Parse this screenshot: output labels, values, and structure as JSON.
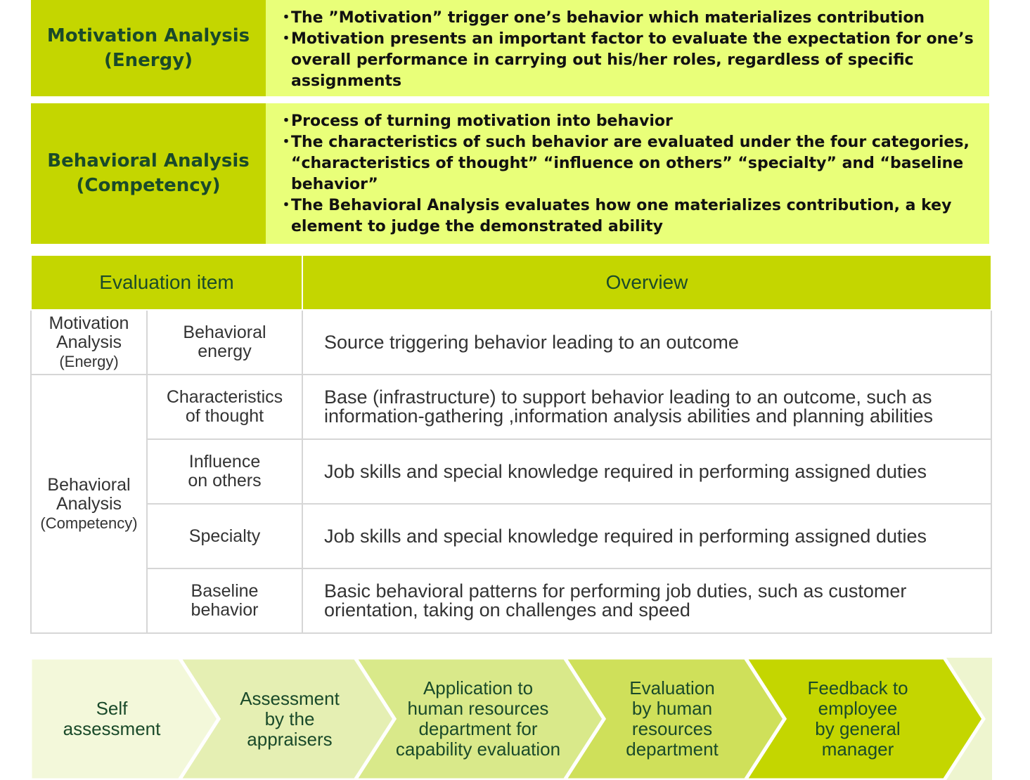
{
  "blocks": [
    {
      "title": "Motivation Analysis",
      "subtitle": "(Energy)",
      "bullets": [
        "The ”Motivation” trigger one’s behavior which materializes contribution",
        "Motivation presents an important factor to evaluate the expectation for one’s overall performance in carrying out his/her roles, regardless of specific assignments"
      ]
    },
    {
      "title": "Behavioral Analysis",
      "subtitle": "(Competency)",
      "bullets": [
        "Process of turning motivation into behavior",
        "The characteristics of such behavior are evaluated under the four categories, “characteristics of thought” “influence on others” “specialty” and “baseline behavior”",
        "The Behavioral Analysis evaluates how one materializes contribution, a key element to judge the demonstrated ability"
      ]
    }
  ],
  "table": {
    "headers": [
      "Evaluation item",
      "Overview"
    ],
    "groups": [
      {
        "line1": "Motivation",
        "line2": "Analysis",
        "line3": "(Energy)"
      },
      {
        "line1": "Behavioral",
        "line2": "Analysis",
        "line3": "(Competency)"
      }
    ],
    "rows": [
      {
        "item1": "Behavioral",
        "item2": "energy",
        "overview": "Source triggering behavior leading to an outcome"
      },
      {
        "item1": "Characteristics",
        "item2": "of thought",
        "overview": "Base (infrastructure) to support behavior leading to an outcome, such as information-gathering ,information analysis abilities and planning abilities"
      },
      {
        "item1": "Influence",
        "item2": "on others",
        "overview": "Job skills and special knowledge required in performing assigned duties"
      },
      {
        "item1": "Specialty",
        "item2": "",
        "overview": "Job skills and special knowledge required in performing assigned duties"
      },
      {
        "item1": "Baseline",
        "item2": "behavior",
        "overview": "Basic behavioral patterns for performing job duties, such as customer orientation, taking on challenges and speed"
      }
    ]
  },
  "flow": {
    "colors": [
      "#f3f8da",
      "#e5efb3",
      "#d9e98a",
      "#cfe05a",
      "#c4d600",
      "#eef5cf"
    ],
    "steps": [
      [
        "Self",
        "assessment"
      ],
      [
        "Assessment",
        "by the",
        "appraisers"
      ],
      [
        "Application to",
        "human resources",
        "department for",
        "capability evaluation"
      ],
      [
        "Evaluation",
        "by human",
        "resources",
        "department"
      ],
      [
        "Feedback to",
        "employee",
        "by general",
        "manager"
      ]
    ]
  }
}
